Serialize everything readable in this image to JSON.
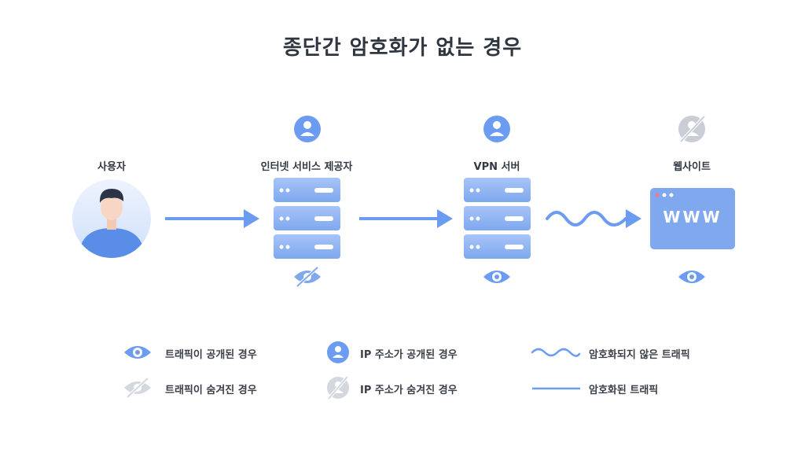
{
  "title": "종단간 암호화가 없는 경우",
  "nodes": [
    {
      "label": "사용자"
    },
    {
      "label": "인터넷 서비스 제공자"
    },
    {
      "label": "VPN 서버"
    },
    {
      "label": "웹사이트"
    }
  ],
  "website_text": "WWW",
  "legend": {
    "traffic_visible": "트래픽이 공개된 경우",
    "traffic_hidden": "트래픽이 숨겨진 경우",
    "ip_visible": "IP 주소가 공개된 경우",
    "ip_hidden": "IP 주소가 숨겨진 경우",
    "unencrypted": "암호화되지 않은 트래픽",
    "encrypted": "암호화된 트래픽"
  },
  "colors": {
    "accent": "#6b9cf2",
    "accent_light": "#a9c6f7",
    "muted": "#c9ced6",
    "server_bg": "#8fb4f4"
  }
}
